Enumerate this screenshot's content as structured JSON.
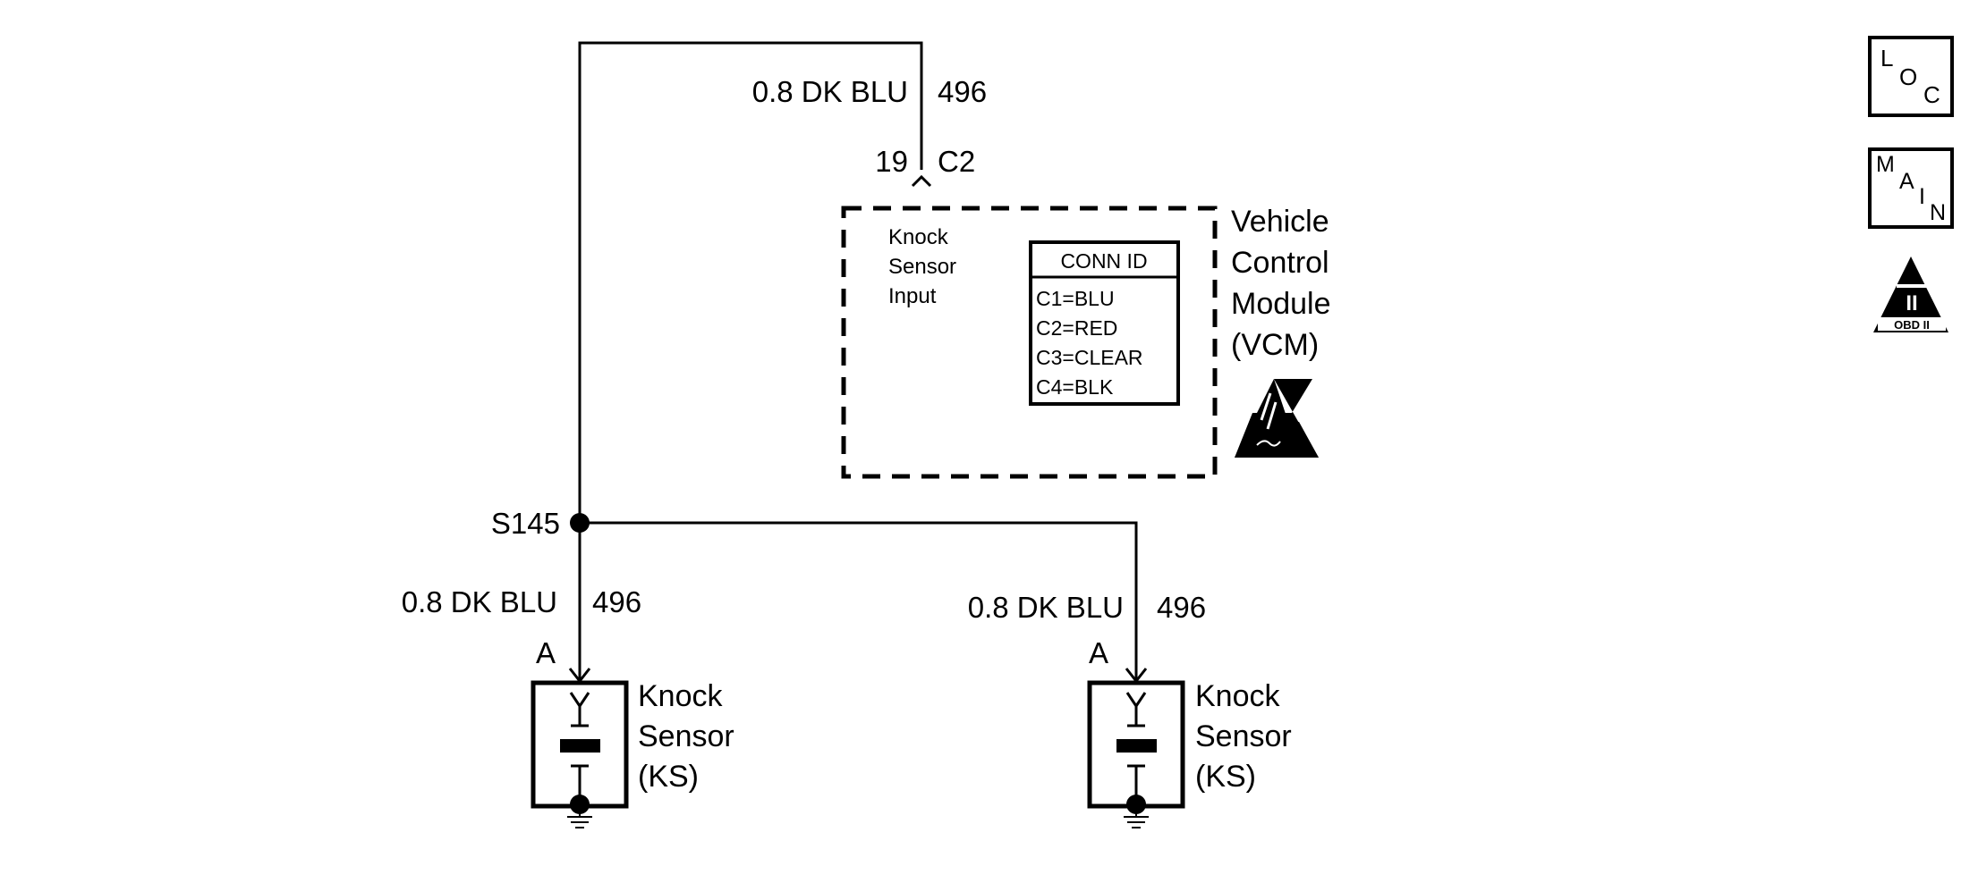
{
  "wires": {
    "top_wire": {
      "gauge_color": "0.8 DK BLU",
      "circuit": "496"
    },
    "left_branch": {
      "gauge_color": "0.8 DK BLU",
      "circuit": "496"
    },
    "right_branch": {
      "gauge_color": "0.8 DK BLU",
      "circuit": "496"
    }
  },
  "connector": {
    "pin": "19",
    "name": "C2"
  },
  "splice": {
    "label": "S145"
  },
  "vcm": {
    "input_label_line1": "Knock",
    "input_label_line2": "Sensor",
    "input_label_line3": "Input",
    "name_line1": "Vehicle",
    "name_line2": "Control",
    "name_line3": "Module",
    "name_line4": "(VCM)"
  },
  "conn_id_table": {
    "header": "CONN ID",
    "rows": [
      "C1=BLU",
      "C2=RED",
      "C3=CLEAR",
      "C4=BLK"
    ]
  },
  "sensors": [
    {
      "pin": "A",
      "line1": "Knock",
      "line2": "Sensor",
      "line3": "(KS)"
    },
    {
      "pin": "A",
      "line1": "Knock",
      "line2": "Sensor",
      "line3": "(KS)"
    }
  ],
  "side_icons": {
    "loc": {
      "c1": "L",
      "c2": "O",
      "c3": "C"
    },
    "main": {
      "c1": "M",
      "c2": "A",
      "c3": "I",
      "c4": "N"
    },
    "obd": {
      "numeral": "II",
      "label": "OBD II"
    }
  }
}
